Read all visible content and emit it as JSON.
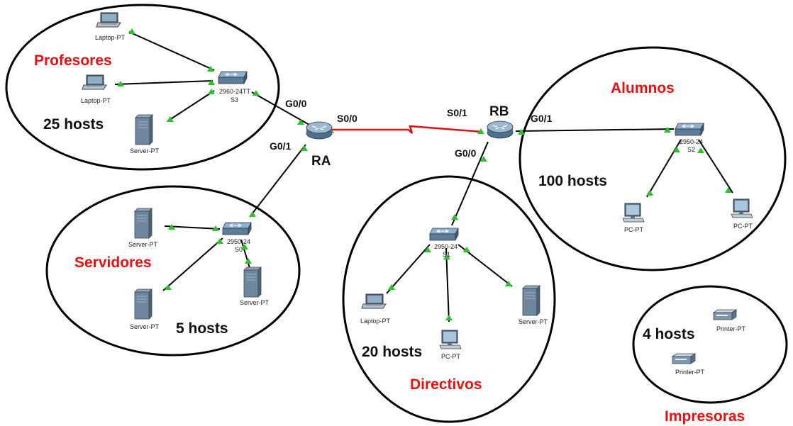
{
  "colors": {
    "group_label": "#e81010",
    "serial_link": "#e01010",
    "link": "#000000",
    "link_light": "#2ec12e",
    "ellipse": "#000000"
  },
  "groups": {
    "profesores": {
      "label": "Profesores",
      "hosts": "25 hosts"
    },
    "servidores": {
      "label": "Servidores",
      "hosts": "5 hosts"
    },
    "directivos": {
      "label": "Directivos",
      "hosts": "20 hosts"
    },
    "alumnos": {
      "label": "Alumnos",
      "hosts": "100 hosts"
    },
    "impresoras": {
      "label": "Impresoras",
      "hosts": "4 hosts"
    }
  },
  "routers": {
    "ra": {
      "name": "RA",
      "g00": "G0/0",
      "g01": "G0/1",
      "s00": "S0/0"
    },
    "rb": {
      "name": "RB",
      "g00": "G0/0",
      "g01": "G0/1",
      "s01": "S0/1"
    }
  },
  "switches": {
    "s3": {
      "model": "2960-24TT",
      "name": "S3"
    },
    "s0": {
      "model": "2950-24",
      "name": "S0"
    },
    "s1": {
      "model": "2950-24",
      "name": "S1"
    },
    "s2": {
      "model": "2950-24",
      "name": "S2"
    }
  },
  "devices": {
    "laptop_prof_1": "Laptop-PT",
    "laptop_prof_2": "Laptop-PT",
    "server_prof": "Server-PT",
    "server_serv_1": "Server-PT",
    "server_serv_2": "Server-PT",
    "server_serv_3": "Server-PT",
    "laptop_dir": "Laptop-PT",
    "pc_dir": "PC-PT",
    "server_dir": "Server-PT",
    "pc_alum_1": "PC-PT",
    "pc_alum_2": "PC-PT",
    "printer_1": "Printer-PT",
    "printer_2": "Printer-PT"
  },
  "icons": {
    "router": "router-icon",
    "switch": "switch-icon",
    "laptop": "laptop-icon",
    "server": "server-icon",
    "pc": "pc-icon",
    "printer": "printer-icon",
    "link_indicator": "triangle-link-light-icon"
  }
}
